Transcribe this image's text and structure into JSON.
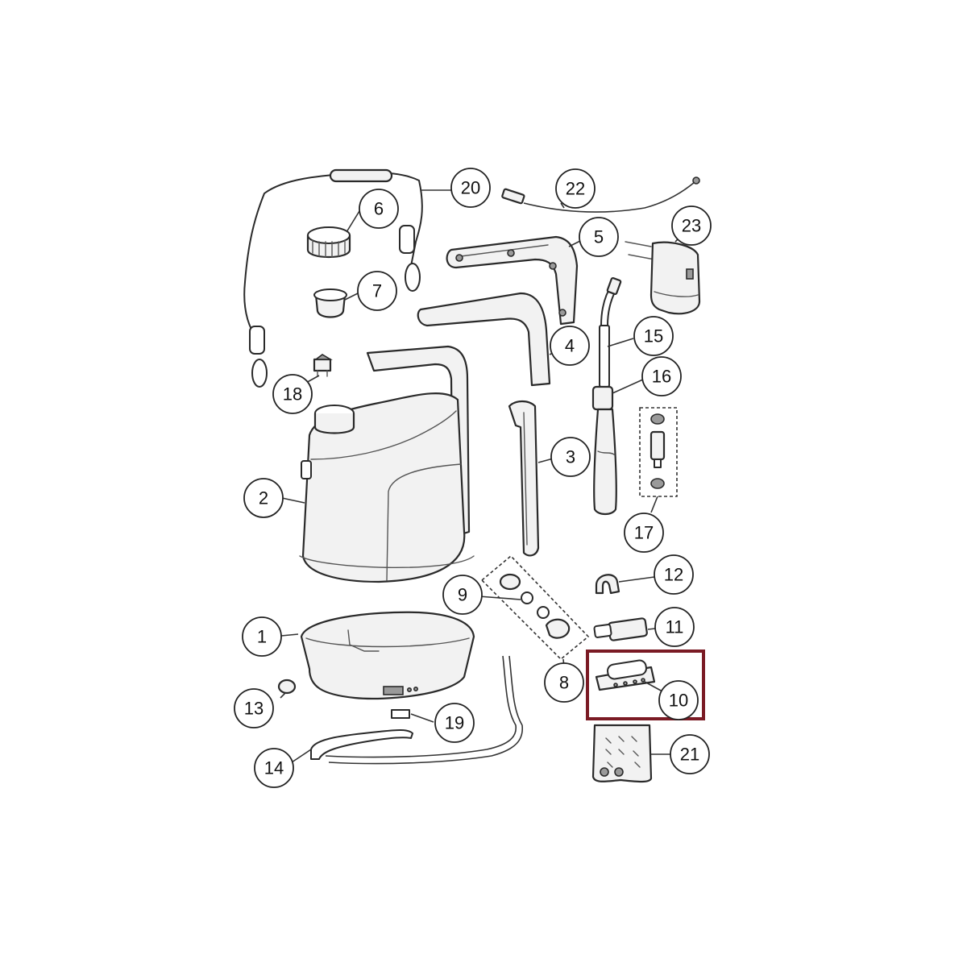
{
  "diagram": {
    "highlight_part": "10",
    "highlight_color": "#7a1a24",
    "callouts": [
      "1",
      "2",
      "3",
      "4",
      "5",
      "6",
      "7",
      "8",
      "9",
      "10",
      "11",
      "12",
      "13",
      "14",
      "15",
      "16",
      "17",
      "18",
      "19",
      "20",
      "21",
      "22",
      "23"
    ]
  }
}
